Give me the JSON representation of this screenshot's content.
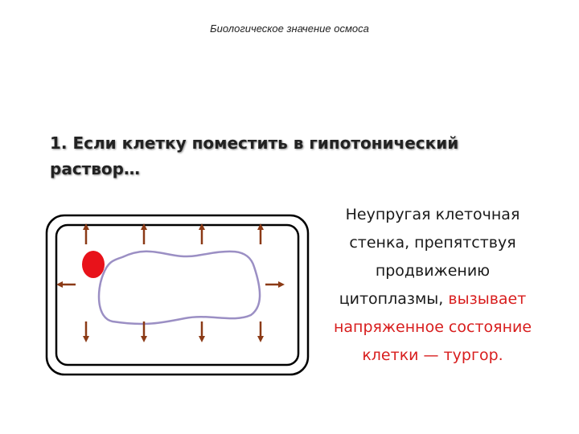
{
  "slide": {
    "title": "Биологическое значение осмоса",
    "heading_line1": "1. Если клетку поместить в гипотонический",
    "heading_line2": "раствор…"
  },
  "explanation": {
    "line1": "Неупругая клеточная",
    "line2": "стенка, препятствуя",
    "line3": "продвижению",
    "line4_black": "цитоплазмы, ",
    "line4_red": "вызывает",
    "line5_red": "напряженное состояние",
    "line6_red": "клетки — тургор."
  },
  "colors": {
    "text": "#1a1a1a",
    "highlight": "#d81e1e",
    "arrow": "#8b3a16",
    "nucleus": "#e8121a",
    "membrane": "#9b8fc4"
  }
}
